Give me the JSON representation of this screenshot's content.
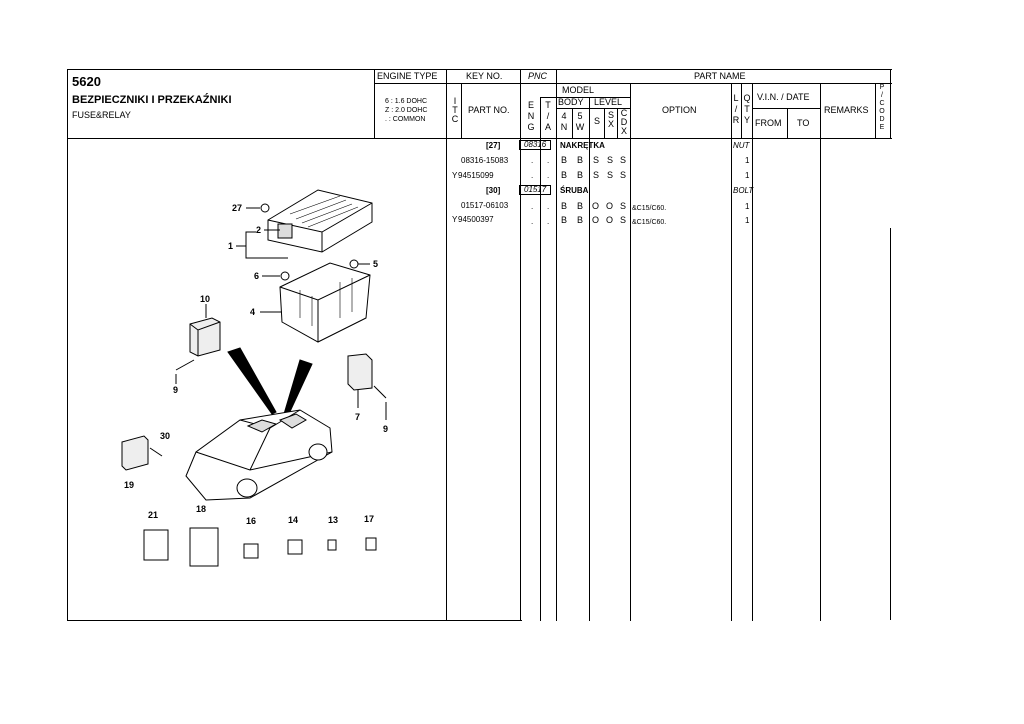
{
  "header": {
    "code": "5620",
    "title_pl": "BEZPIECZNIKI I PRZEKAŹNIKI",
    "title_en": "FUSE&RELAY",
    "engine_type_label": "ENGINE TYPE",
    "engine_types": [
      "6 : 1.6 DOHC",
      "Z : 2.0 DOHC",
      ". : COMMON"
    ]
  },
  "table_headers": {
    "key_no": "KEY NO.",
    "pnc": "PNC",
    "part_name": "PART NAME",
    "itc": [
      "I",
      "T",
      "C"
    ],
    "part_no": "PART NO.",
    "model": "MODEL",
    "eng": [
      "E",
      "N",
      "G"
    ],
    "ta": [
      "T",
      "/",
      "A"
    ],
    "body": "BODY",
    "level": "LEVEL",
    "body_cols": [
      [
        "4",
        "N"
      ],
      [
        "5",
        "W"
      ]
    ],
    "level_cols": [
      "S",
      "S X",
      "C D X"
    ],
    "option": "OPTION",
    "lr": [
      "L",
      "/",
      "R"
    ],
    "qty": [
      "Q",
      "T",
      "Y"
    ],
    "vin_date": "V.I.N. / DATE",
    "from": "FROM",
    "to": "TO",
    "remarks": "REMARKS",
    "pcode": [
      "P",
      "/",
      "C",
      "O",
      "D",
      "E"
    ]
  },
  "groups": [
    {
      "key": "[27]",
      "pnc": "08316",
      "name_pl": "NAKRĘTKA",
      "name_en": "NUT",
      "parts": [
        {
          "itc": "",
          "part_no": "08316-15083",
          "eng": ".",
          "ta": ".",
          "n": "B",
          "w": "B",
          "s": "S",
          "sx": "S",
          "cdx": "S",
          "option": "",
          "qty": "1"
        },
        {
          "itc": "Y",
          "part_no": "94515099",
          "eng": ".",
          "ta": ".",
          "n": "B",
          "w": "B",
          "s": "S",
          "sx": "S",
          "cdx": "S",
          "option": "",
          "qty": "1"
        }
      ]
    },
    {
      "key": "[30]",
      "pnc": "01517",
      "name_pl": "ŚRUBA",
      "name_en": "BOLT",
      "parts": [
        {
          "itc": "",
          "part_no": "01517-06103",
          "eng": ".",
          "ta": ".",
          "n": "B",
          "w": "B",
          "s": "O",
          "sx": "O",
          "cdx": "S",
          "option": "&C15/C60.",
          "qty": "1"
        },
        {
          "itc": "Y",
          "part_no": "94500397",
          "eng": ".",
          "ta": ".",
          "n": "B",
          "w": "B",
          "s": "O",
          "sx": "O",
          "cdx": "S",
          "option": "&C15/C60.",
          "qty": "1"
        }
      ]
    }
  ],
  "diagram": {
    "callouts": [
      "27",
      "2",
      "1",
      "5",
      "6",
      "4",
      "10",
      "9",
      "7",
      "9",
      "30",
      "19",
      "21",
      "18",
      "16",
      "14",
      "13",
      "17"
    ]
  }
}
